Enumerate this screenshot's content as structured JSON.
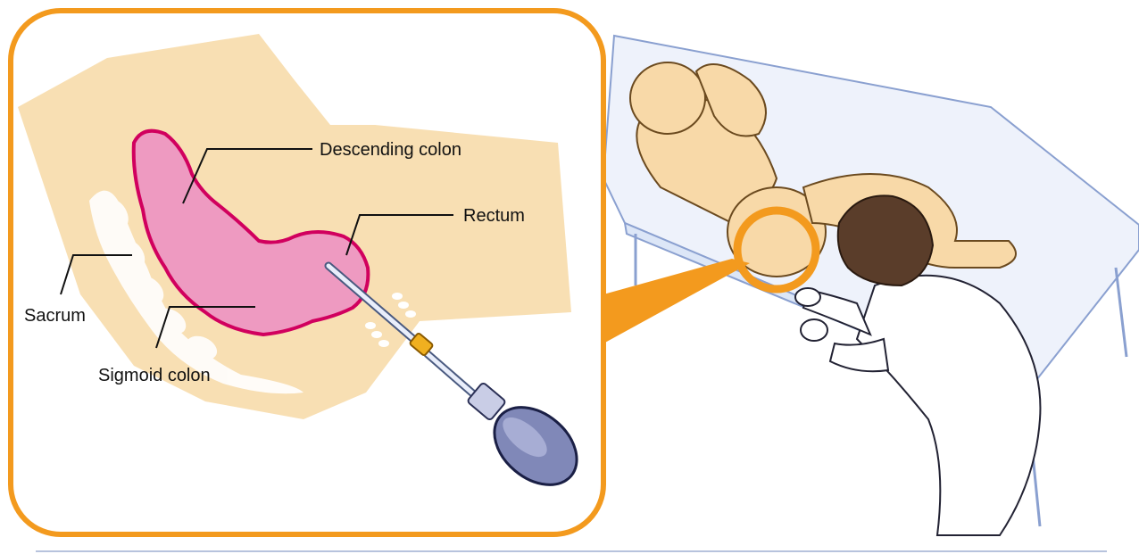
{
  "labels": {
    "descending_colon": "Descending colon",
    "rectum": "Rectum",
    "sacrum": "Sacrum",
    "sigmoid_colon": "Sigmoid colon"
  },
  "colors": {
    "frame": "#f39a1e",
    "skin": "#f8dfb3",
    "colon": "#ee9ac1",
    "colon_edge": "#d1005e",
    "bed": "#dce6f7",
    "bed_edge": "#8aa0d0",
    "syringe_bulb": "#8088b8"
  }
}
